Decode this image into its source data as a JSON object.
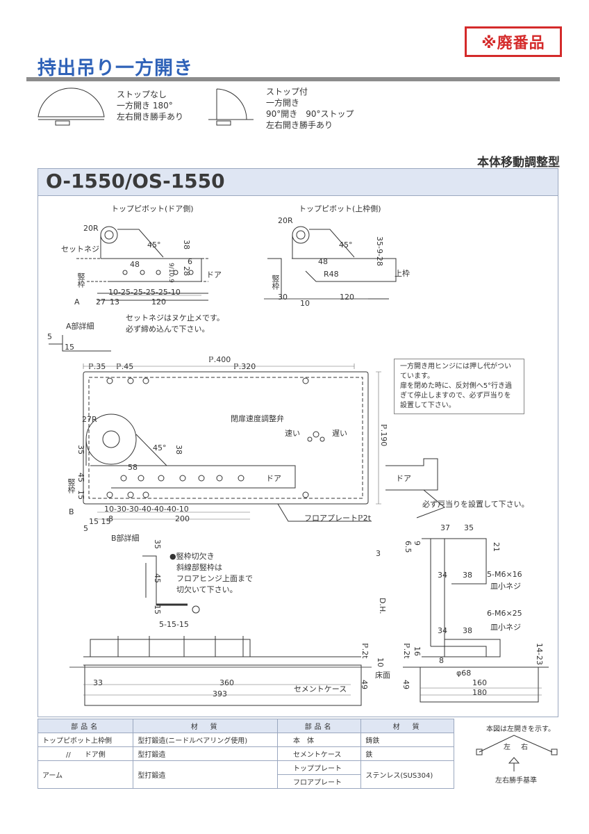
{
  "stamp": "※廃番品",
  "title": "持出吊り一方開き",
  "types": [
    {
      "lines": [
        "ストップなし",
        "一方開き 180°",
        "左右開き勝手あり"
      ]
    },
    {
      "lines": [
        "ストップ付",
        "一方開き",
        "90°開き　90°ストップ",
        "左右開き勝手あり"
      ]
    }
  ],
  "type_label": "本体移動調整型",
  "model": "O-1550/OS-1550",
  "labels": {
    "top_pivot_door": "トップピボット(ドア側)",
    "top_pivot_frame": "トップピボット(上枠側)",
    "set_screw": "セットネジ",
    "frame_jp": "枠",
    "frame_vert": "竪枠",
    "upper_frame": "上枠",
    "door": "ドア",
    "set_screw_note1": "セットネジはヌケ止メです。",
    "set_screw_note2": "必ず締め込んで下さい。",
    "a_detail": "A部詳細",
    "b_detail": "B部詳細",
    "close_speed": "閉扉速度調整弁",
    "fast": "速い",
    "slow": "遅い",
    "floor_plate": "フロアプレートℙ2t",
    "stopper_note": "必ず戸当りを設置して下さい。",
    "cement_case": "セメントケース",
    "floor": "床面",
    "screw1a": "5-M6×16",
    "screw1b": "皿小ネジ",
    "screw2a": "6-M6×25",
    "screw2b": "皿小ネジ",
    "cut_note1": "●竪枠切欠き",
    "cut_note2": "斜線部竪枠は",
    "cut_note3": "フロアヒンジ上面まで",
    "cut_note4": "切欠いて下さい。",
    "dh": "D.H.",
    "a_mark": "A",
    "b_mark": "B"
  },
  "note_box": [
    "一方開き用ヒンジには押し代がつい",
    "ています。",
    "扉を閉めた時に、反対側へ5°行き過",
    "ぎて停止しますので、必ず戸当りを",
    "設置して下さい。"
  ],
  "dims": {
    "r20a": "20R",
    "r20b": "20R",
    "r27": "27R",
    "r48": "R48",
    "a45a": "45°",
    "a45b": "45°",
    "a45c": "45°",
    "d38a": "38",
    "d48a": "48",
    "d6a": "6",
    "d28a": "28",
    "d9109a": "9/10.9",
    "tp_dims": "10-25-25-25-25-10",
    "d120a": "120",
    "d13a": "13",
    "d27a": "27",
    "uf_dims": "35-9-28",
    "d30": "30",
    "d10u": "10",
    "d120b": "120",
    "d48b": "48",
    "d5": "5",
    "d15": "15",
    "p400": "ℙ.400",
    "p320": "ℙ.320",
    "p35": "ℙ.35",
    "p45": "ℙ.45",
    "p190": "ℙ.190",
    "d58": "58",
    "d38b": "38",
    "d35s": "35",
    "d45s": "45",
    "d15s": "15",
    "bot_dims": "10-30-30-40-40-40-10",
    "d200": "200",
    "d8": "8",
    "d1515": "15 15",
    "d5b": "5",
    "b35": "35",
    "b45": "45",
    "b15": "15",
    "b5_15_15": "5-15-15",
    "d33": "33",
    "d360": "360",
    "d393": "393",
    "d49a": "49",
    "d2ta": "ℙ.2t",
    "d10f": "10",
    "d37": "37",
    "d35r": "35",
    "d65": "6.5",
    "d9r": "9",
    "d3": "3",
    "d21": "21",
    "d34a": "34",
    "d38c": "38",
    "d34b": "34",
    "d38d": "38",
    "d2tb": "ℙ.2t",
    "d16": "16",
    "d8b": "8",
    "d68": "φ68",
    "d160": "160",
    "d180": "180",
    "d14_23": "14-23",
    "d49b": "49"
  },
  "table": {
    "headers": [
      "部品名",
      "材　質",
      "部品名",
      "材　質"
    ],
    "rows": [
      [
        "トップピボット上枠側",
        "型打鍛造(ニードルベアリング使用)",
        "本　体",
        "鋳鉄"
      ],
      [
        "//　　ドア側",
        "型打鍛造",
        "セメントケース",
        "鉄"
      ],
      [
        "アーム",
        "型打鍛造",
        "トッププレート",
        "ステンレス(SUS304)"
      ],
      [
        "",
        "",
        "フロアプレート",
        ""
      ]
    ]
  },
  "legend": {
    "caption": "本図は左開きを示す。",
    "left": "左",
    "right": "右",
    "base": "左右勝手基準"
  }
}
